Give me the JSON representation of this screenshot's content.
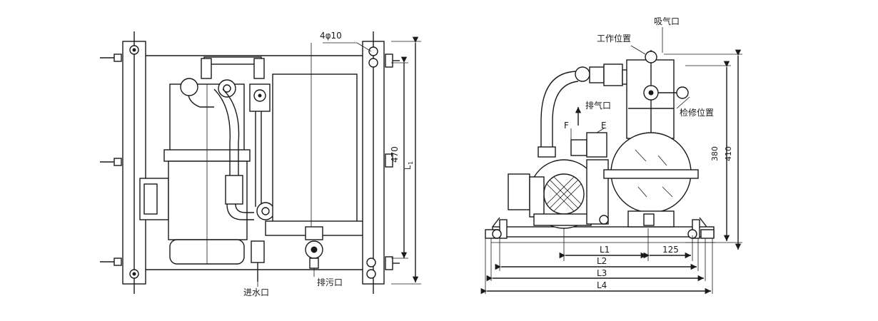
{
  "labels": {
    "hole_spec": "4φ10",
    "dim_470": "470",
    "dim_L1_small": "L",
    "dim_L1_sub": "1",
    "inlet_water": "进水口",
    "drain_outlet": "排污口",
    "suction_port": "吸气口",
    "working_position": "工作位置",
    "exhaust_port": "排气口",
    "maintenance_position": "检修位置",
    "label_F": "F",
    "label_E": "E",
    "dim_380": "380",
    "dim_410": "410",
    "dim_L1": "L1",
    "dim_125": "125",
    "dim_L2": "L2",
    "dim_L3": "L3",
    "dim_L4": "L4"
  },
  "colors": {
    "line": "#1a1a1a",
    "background": "#ffffff"
  }
}
